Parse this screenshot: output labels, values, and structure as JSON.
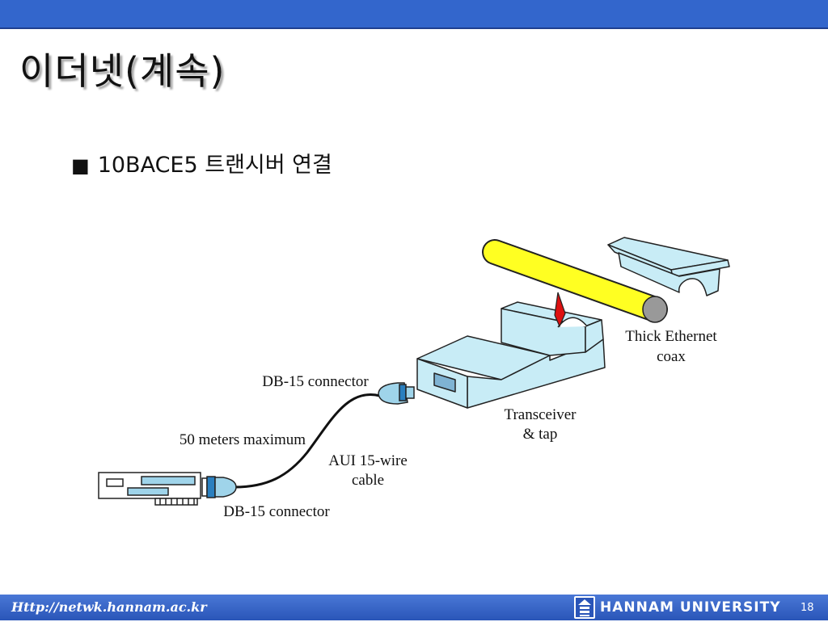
{
  "slide": {
    "title": "이더넷(계속)",
    "bullet": {
      "mark": "■",
      "text": "10BACE5 트랜시버 연결"
    }
  },
  "diagram": {
    "labels": {
      "coax": [
        "Thick Ethernet",
        "coax"
      ],
      "transceiver": [
        "Transceiver",
        "& tap"
      ],
      "db15_top": "DB-15 connector",
      "length": "50 meters maximum",
      "aui_cable": [
        "AUI 15-wire",
        "cable"
      ],
      "db15_bottom": "DB-15 connector"
    },
    "colors": {
      "coax": "#ffff22",
      "device": "#c8ecf6",
      "pin": "#dd1111",
      "connector": "#9fd4ea"
    }
  },
  "footer": {
    "url": "Http://netwk.hannam.ac.kr",
    "logo_icon": "university-emblem-icon",
    "brand": "HANNAM UNIVERSITY",
    "page": "18"
  }
}
